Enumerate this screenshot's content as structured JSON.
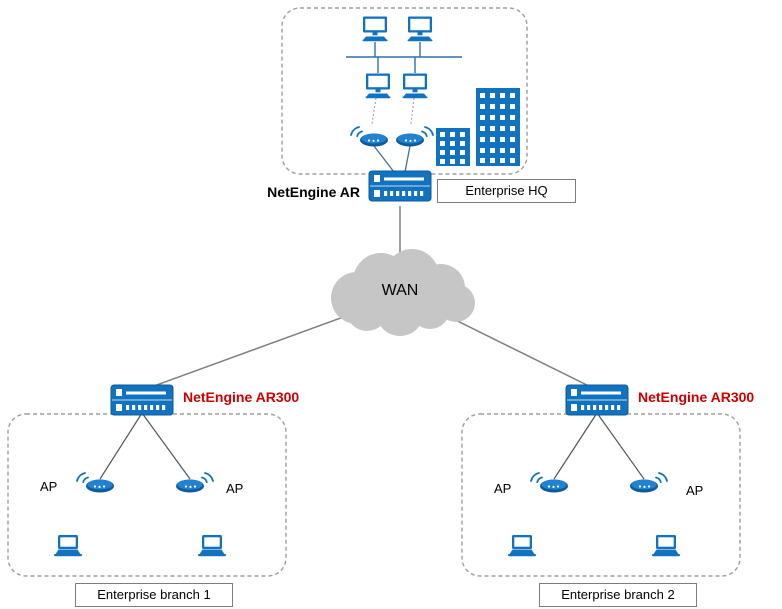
{
  "colors": {
    "device_blue": "#1173c0",
    "router_name_red": "#cc0000",
    "cloud_gray": "#c6c6c6",
    "line_gray": "#808080"
  },
  "hq": {
    "router_label": "NetEngine AR",
    "zone_label": "Enterprise HQ"
  },
  "wan": {
    "label": "WAN"
  },
  "branches": [
    {
      "router_label": "NetEngine AR300",
      "zone_label": "Enterprise branch 1",
      "ap_labels": [
        "AP",
        "AP"
      ]
    },
    {
      "router_label": "NetEngine AR300",
      "zone_label": "Enterprise branch 2",
      "ap_labels": [
        "AP",
        "AP"
      ]
    }
  ]
}
